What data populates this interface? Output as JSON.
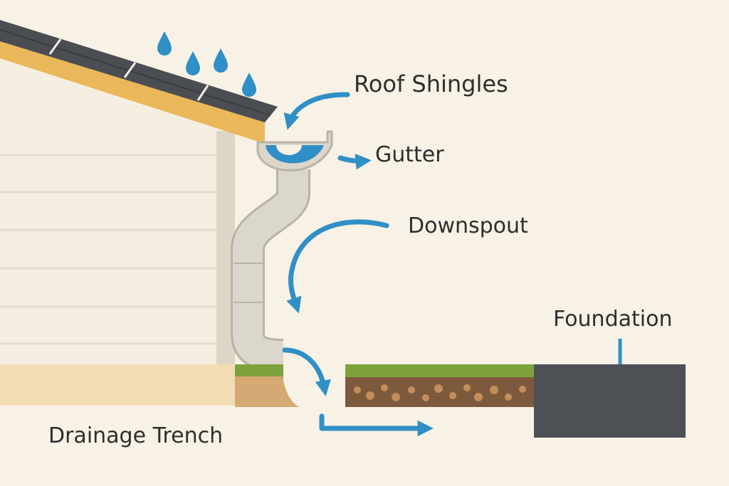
{
  "title": "Gutter and Downspout Drainage Diagram",
  "labels": {
    "roof_shingles": "Roof Shingles",
    "gutter": "Gutter",
    "downspout": "Downspout",
    "foundation": "Foundation",
    "drainage_trench": "Drainage Trench"
  },
  "colors": {
    "background": "#f8f1e5",
    "water": "#2f8fc6",
    "shingles": "#4a4d52",
    "fascia": "#eab85a",
    "siding": "#f5efe2",
    "pipe": "#dcd7cc",
    "grass": "#7da23c",
    "soil": "#7d5a3c",
    "foundation": "#4d5156",
    "text": "#2e2e2e"
  }
}
